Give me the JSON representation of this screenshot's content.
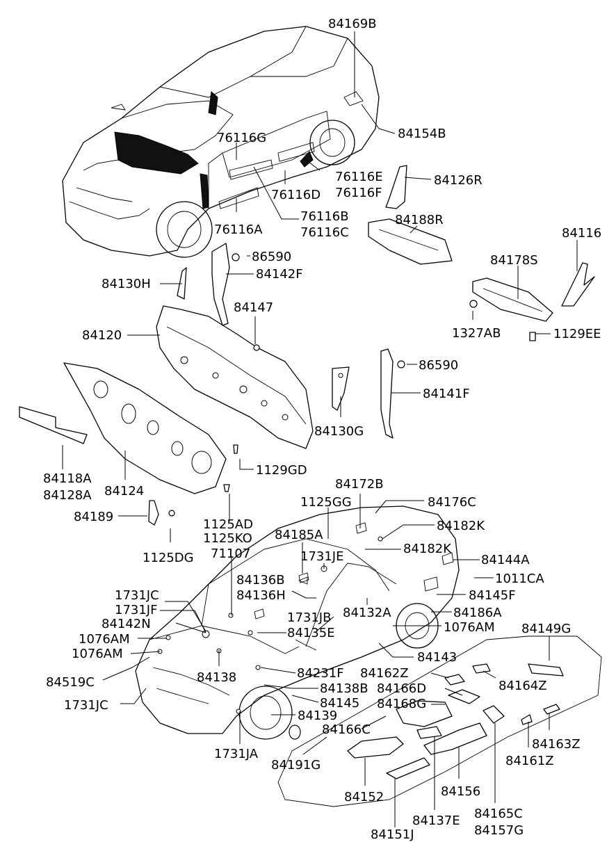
{
  "labels": {
    "l84169B": "84169B",
    "l84154B": "84154B",
    "l76116G": "76116G",
    "l76116E": "76116E",
    "l76116F": "76116F",
    "l84126R": "84126R",
    "l76116D": "76116D",
    "l76116B": "76116B",
    "l76116C": "76116C",
    "l76116A": "76116A",
    "l84188R": "84188R",
    "l84116": "84116",
    "l86590a": "86590",
    "l84142F": "84142F",
    "l84130H": "84130H",
    "l84178S": "84178S",
    "l84147": "84147",
    "l84120": "84120",
    "l1327AB": "1327AB",
    "l1129EE": "1129EE",
    "l86590b": "86590",
    "l84141F": "84141F",
    "l84130G": "84130G",
    "l84118A": "84118A",
    "l84128A": "84128A",
    "l84124": "84124",
    "l1129GD": "1129GD",
    "l84172B": "84172B",
    "l1125GG": "1125GG",
    "l84176C": "84176C",
    "l84189": "84189",
    "l1125AD": "1125AD",
    "l1125KO": "1125KO",
    "l71107": "71107",
    "l84185A": "84185A",
    "l84182Ka": "84182K",
    "l84182Kb": "84182K",
    "l1125DG": "1125DG",
    "l1731JE": "1731JE",
    "l84144A": "84144A",
    "l84136B": "84136B",
    "l84136H": "84136H",
    "l1011CA": "1011CA",
    "l1731JCa": "1731JC",
    "l1731JF": "1731JF",
    "l84145F": "84145F",
    "l84142N": "84142N",
    "l1731JB": "1731JB",
    "l84132A": "84132A",
    "l84186A": "84186A",
    "l1076AMa": "1076AM",
    "l84135E": "84135E",
    "l1076AMc": "1076AM",
    "l84149G": "84149G",
    "l1076AMb": "1076AM",
    "l84143": "84143",
    "l84138": "84138",
    "l84231F": "84231F",
    "l84162Z": "84162Z",
    "l84519C": "84519C",
    "l84164Z": "84164Z",
    "l84138B": "84138B",
    "l84166D": "84166D",
    "l1731JCb": "1731JC",
    "l84145": "84145",
    "l84168G": "84168G",
    "l84139": "84139",
    "l84166C": "84166C",
    "l84163Z": "84163Z",
    "l1731JA": "1731JA",
    "l84191G": "84191G",
    "l84161Z": "84161Z",
    "l84152": "84152",
    "l84156": "84156",
    "l84165C": "84165C",
    "l84157G": "84157G",
    "l84137E": "84137E",
    "l84151J": "84151J"
  }
}
